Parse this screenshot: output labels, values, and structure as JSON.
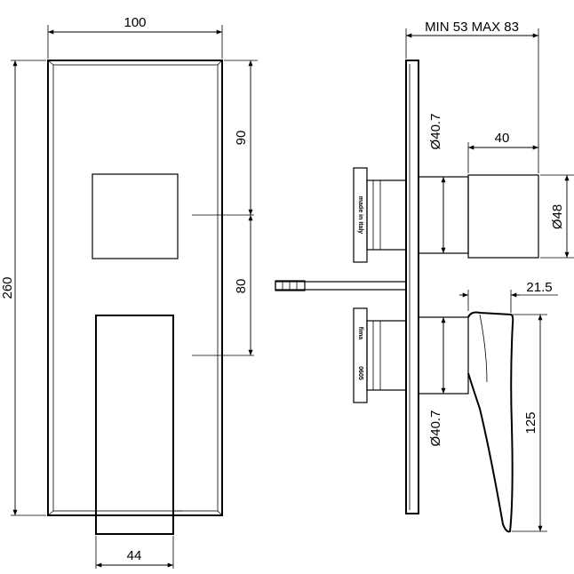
{
  "dimensions": {
    "plate_width": "100",
    "plate_height": "260",
    "upper_offset": "90",
    "lower_offset": "80",
    "lever_width": "44",
    "depth_range": "MIN 53 MAX 83",
    "knob_length": "40",
    "knob_diameter": "Ø48",
    "thread_upper": "Ø40.7",
    "thread_lower": "Ø40.7",
    "lever_depth": "21.5",
    "lever_height": "125"
  },
  "labels": {
    "made_in_italy": "made in italy",
    "brand": "fima",
    "code": "0605"
  },
  "colors": {
    "line": "#000000",
    "background": "#ffffff"
  }
}
